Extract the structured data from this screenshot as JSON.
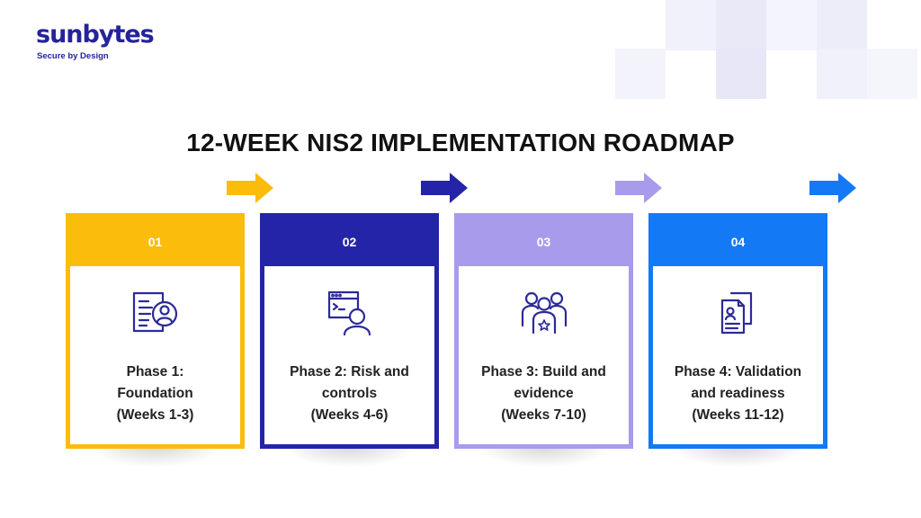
{
  "brand": {
    "name": "sunbytes",
    "tagline": "Secure by Design"
  },
  "title": "12-WEEK NIS2 IMPLEMENTATION ROADMAP",
  "colors": {
    "phase1": "#fbbc0b",
    "phase2": "#2424a8",
    "phase3": "#a99bec",
    "phase4": "#1479f4",
    "icon": "#2b2a9a",
    "deco": "#eeeefb"
  },
  "phases": [
    {
      "number": "01",
      "line1": "Phase 1:",
      "line2": "Foundation",
      "line3": "(Weeks 1-3)",
      "icon": "document-user-icon"
    },
    {
      "number": "02",
      "line1": "Phase 2: Risk and",
      "line2": "controls",
      "line3": "(Weeks 4-6)",
      "icon": "terminal-user-icon"
    },
    {
      "number": "03",
      "line1": "Phase 3: Build and",
      "line2": "evidence",
      "line3": "(Weeks 7-10)",
      "icon": "team-star-icon"
    },
    {
      "number": "04",
      "line1": "Phase 4: Validation",
      "line2": "and readiness",
      "line3": "(Weeks 11-12)",
      "icon": "documents-profile-icon"
    }
  ]
}
